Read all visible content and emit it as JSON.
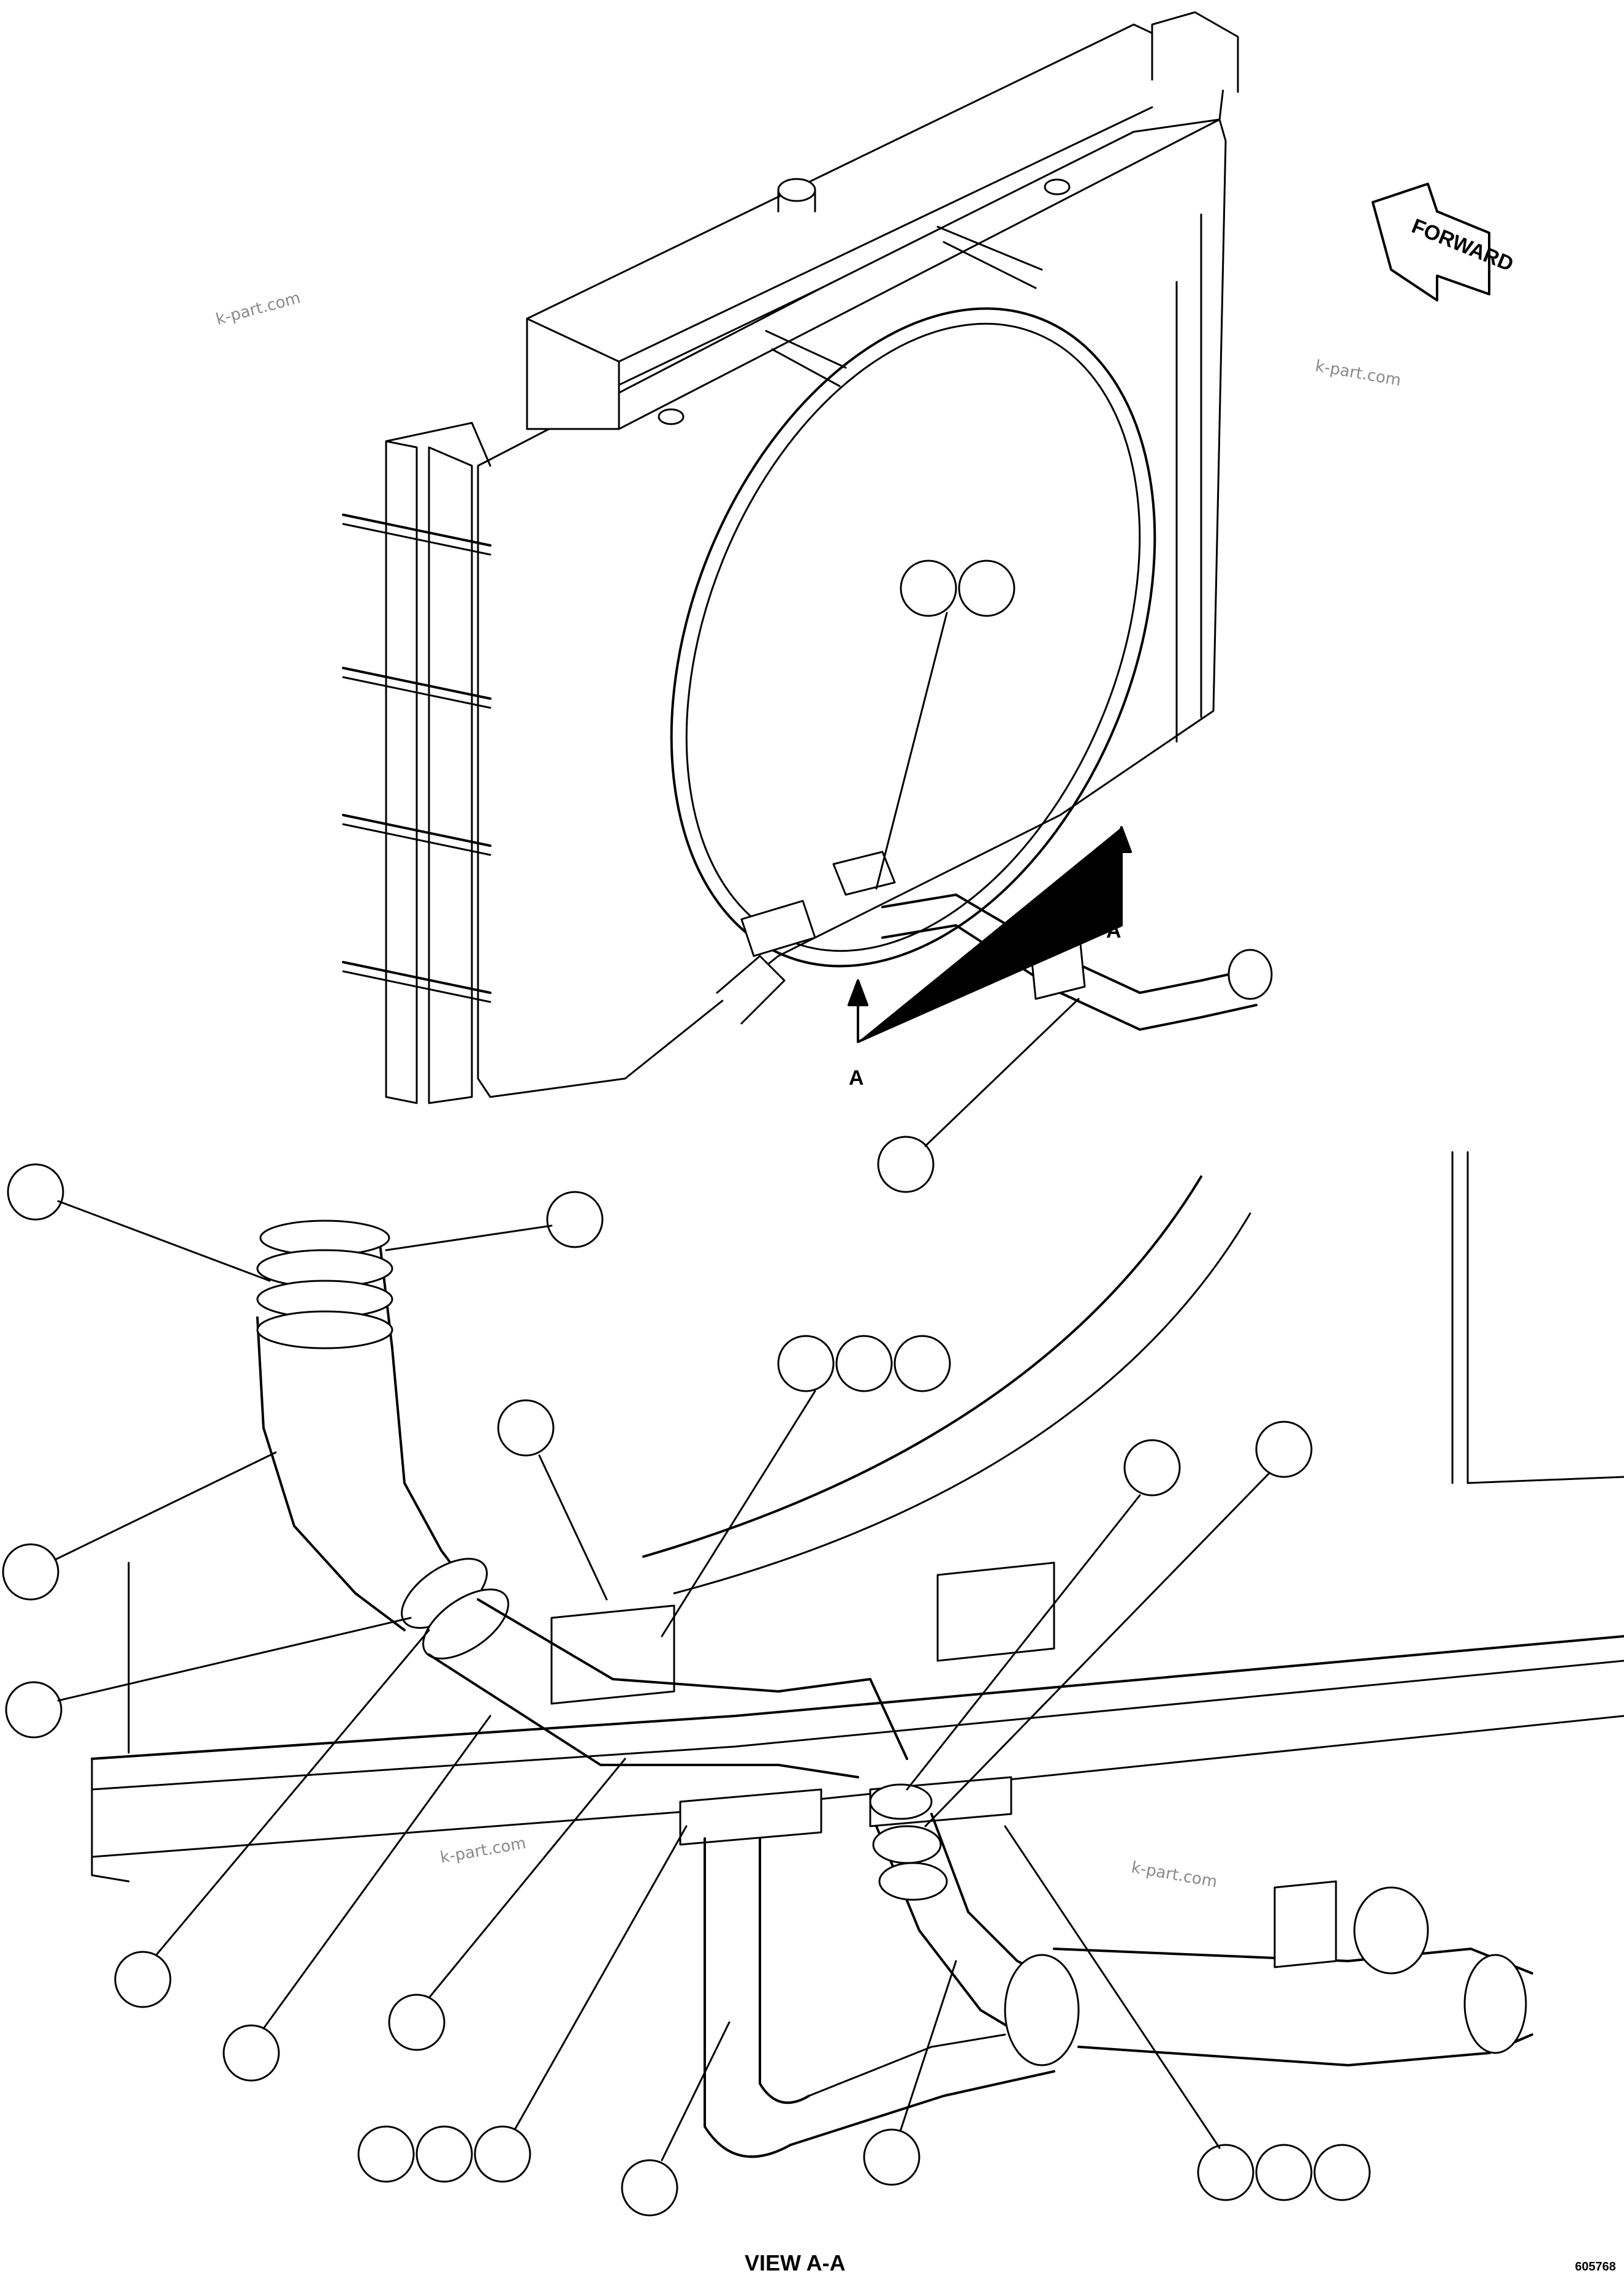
{
  "view_label": "VIEW A-A",
  "section_marks": [
    "A",
    "A"
  ],
  "direction_arrow": "FORWARD",
  "watermarks": [
    "k-part.com",
    "k-part.com",
    "k-part.com",
    "k-part.com"
  ],
  "drawing_code": "605768"
}
